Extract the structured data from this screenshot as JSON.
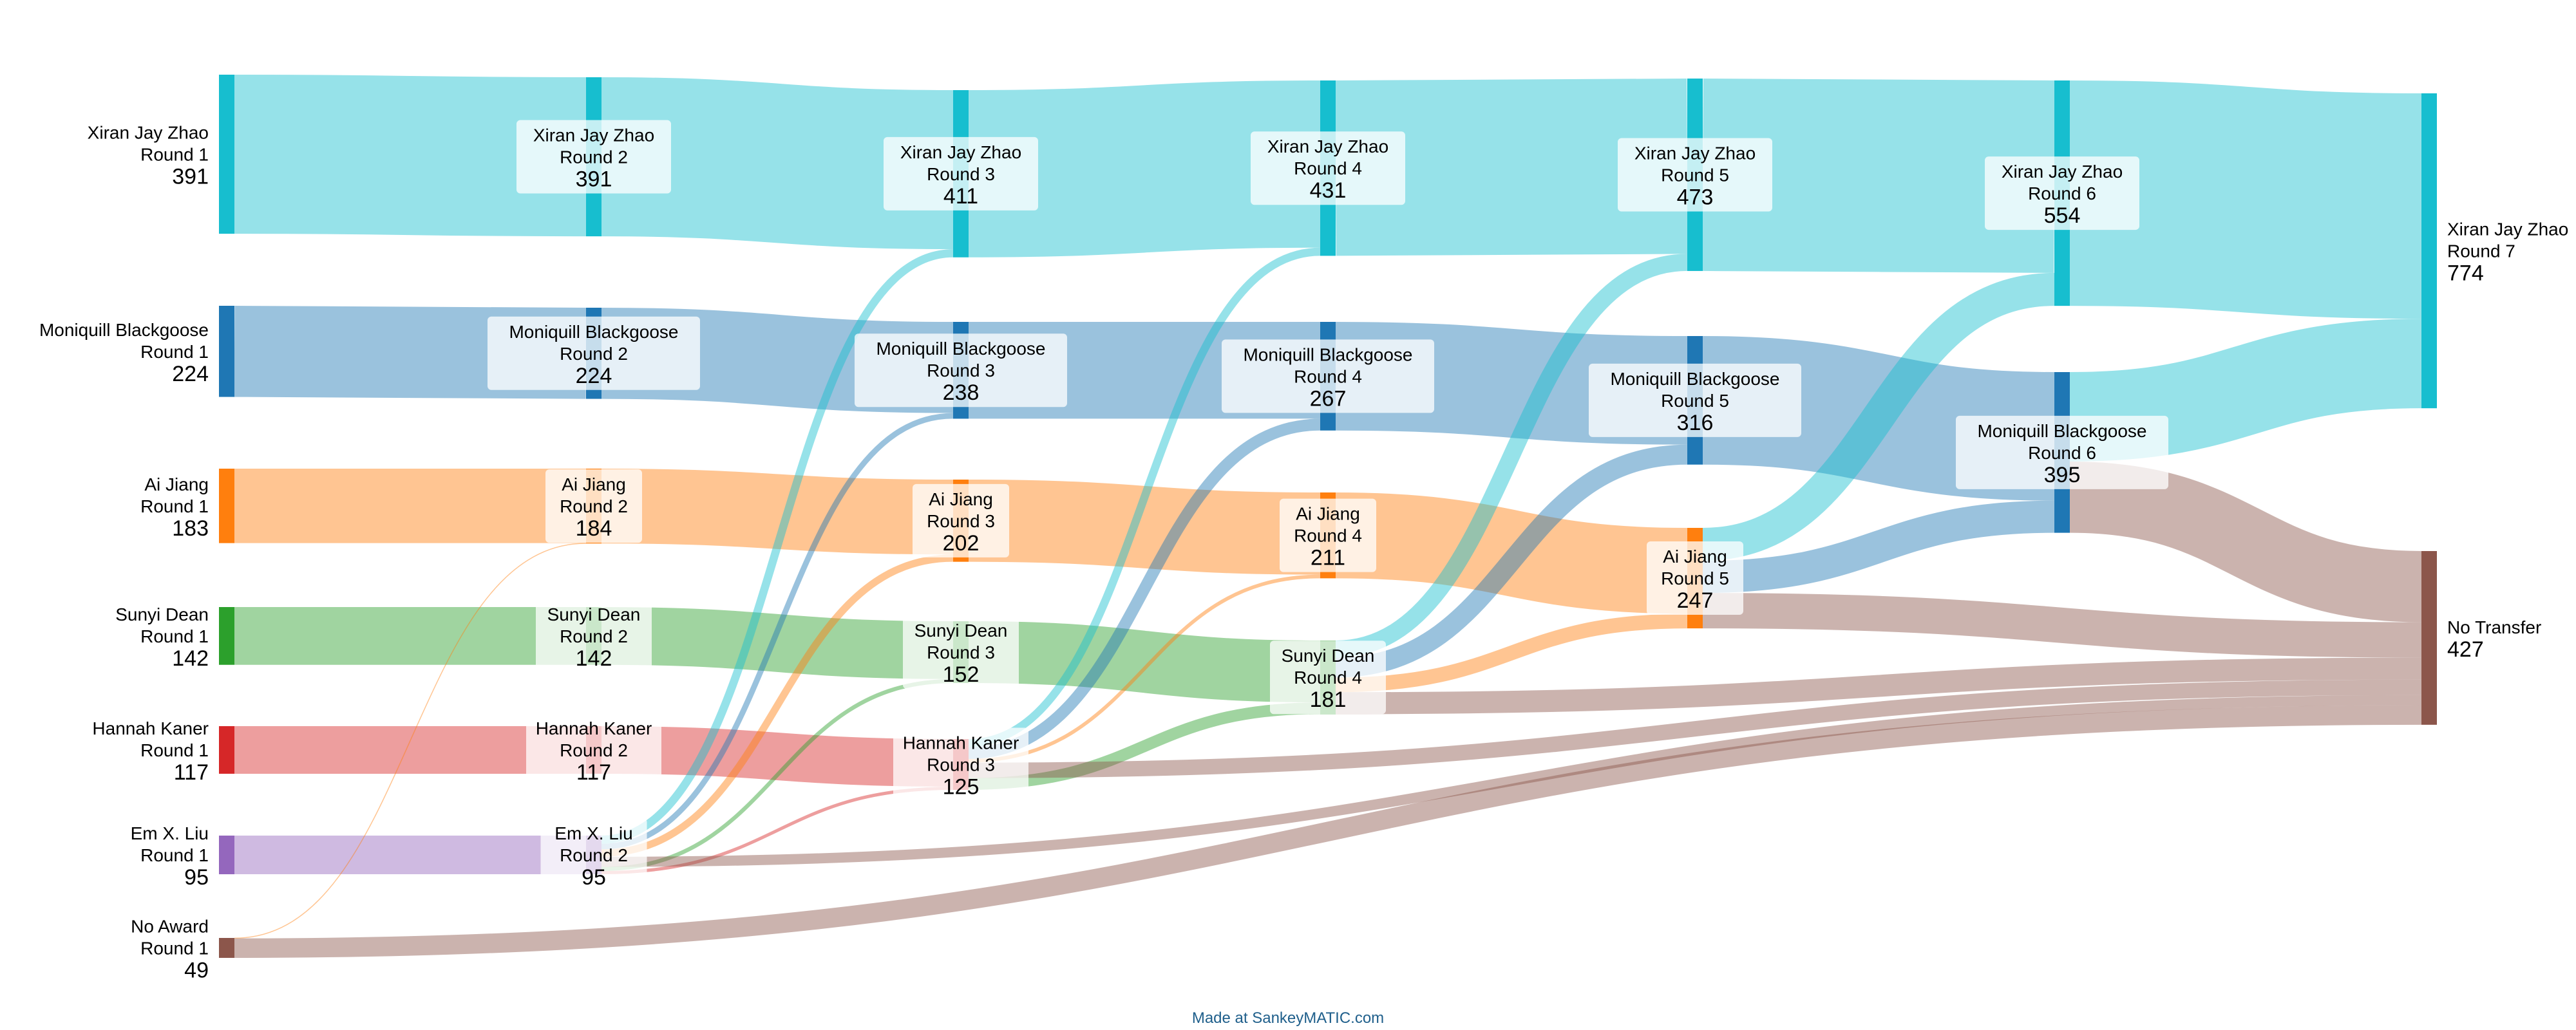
{
  "footer": {
    "credit": "Made at SankeyMATIC.com"
  },
  "chart_data": {
    "type": "sankey",
    "title": "",
    "colors": {
      "Xiran Jay Zhao": "#17becf",
      "Moniquill Blackgoose": "#1f77b4",
      "Ai Jiang": "#ff7f0e",
      "Sunyi Dean": "#2ca02c",
      "Hannah Kaner": "#d62728",
      "Em X. Liu": "#9467bd",
      "No Award": "#8c564b",
      "No Transfer": "#8c564b"
    },
    "nodes": [
      {
        "id": "XJZ1",
        "name": "Xiran Jay Zhao",
        "round": "Round 1",
        "value": "391",
        "color": "#17becf"
      },
      {
        "id": "MB1",
        "name": "Moniquill Blackgoose",
        "round": "Round 1",
        "value": "224",
        "color": "#1f77b4"
      },
      {
        "id": "AJ1",
        "name": "Ai Jiang",
        "round": "Round 1",
        "value": "183",
        "color": "#ff7f0e"
      },
      {
        "id": "SD1",
        "name": "Sunyi Dean",
        "round": "Round 1",
        "value": "142",
        "color": "#2ca02c"
      },
      {
        "id": "HK1",
        "name": "Hannah Kaner",
        "round": "Round 1",
        "value": "117",
        "color": "#d62728"
      },
      {
        "id": "EL1",
        "name": "Em X. Liu",
        "round": "Round 1",
        "value": "95",
        "color": "#9467bd"
      },
      {
        "id": "NA1",
        "name": "No Award",
        "round": "Round 1",
        "value": "49",
        "color": "#8c564b"
      },
      {
        "id": "XJZ2",
        "name": "Xiran Jay Zhao",
        "round": "Round 2",
        "value": "391",
        "color": "#17becf"
      },
      {
        "id": "MB2",
        "name": "Moniquill Blackgoose",
        "round": "Round 2",
        "value": "224",
        "color": "#1f77b4"
      },
      {
        "id": "AJ2",
        "name": "Ai Jiang",
        "round": "Round 2",
        "value": "184",
        "color": "#ff7f0e"
      },
      {
        "id": "SD2",
        "name": "Sunyi Dean",
        "round": "Round 2",
        "value": "142",
        "color": "#2ca02c"
      },
      {
        "id": "HK2",
        "name": "Hannah Kaner",
        "round": "Round 2",
        "value": "117",
        "color": "#d62728"
      },
      {
        "id": "EL2",
        "name": "Em X. Liu",
        "round": "Round 2",
        "value": "95",
        "color": "#9467bd"
      },
      {
        "id": "XJZ3",
        "name": "Xiran Jay Zhao",
        "round": "Round 3",
        "value": "411",
        "color": "#17becf"
      },
      {
        "id": "MB3",
        "name": "Moniquill Blackgoose",
        "round": "Round 3",
        "value": "238",
        "color": "#1f77b4"
      },
      {
        "id": "AJ3",
        "name": "Ai Jiang",
        "round": "Round 3",
        "value": "202",
        "color": "#ff7f0e"
      },
      {
        "id": "SD3",
        "name": "Sunyi Dean",
        "round": "Round 3",
        "value": "152",
        "color": "#2ca02c"
      },
      {
        "id": "HK3",
        "name": "Hannah Kaner",
        "round": "Round 3",
        "value": "125",
        "color": "#d62728"
      },
      {
        "id": "XJZ4",
        "name": "Xiran Jay Zhao",
        "round": "Round 4",
        "value": "431",
        "color": "#17becf"
      },
      {
        "id": "MB4",
        "name": "Moniquill Blackgoose",
        "round": "Round 4",
        "value": "267",
        "color": "#1f77b4"
      },
      {
        "id": "AJ4",
        "name": "Ai Jiang",
        "round": "Round 4",
        "value": "211",
        "color": "#ff7f0e"
      },
      {
        "id": "SD4",
        "name": "Sunyi Dean",
        "round": "Round 4",
        "value": "181",
        "color": "#2ca02c"
      },
      {
        "id": "XJZ5",
        "name": "Xiran Jay Zhao",
        "round": "Round 5",
        "value": "473",
        "color": "#17becf"
      },
      {
        "id": "MB5",
        "name": "Moniquill Blackgoose",
        "round": "Round 5",
        "value": "316",
        "color": "#1f77b4"
      },
      {
        "id": "AJ5",
        "name": "Ai Jiang",
        "round": "Round 5",
        "value": "247",
        "color": "#ff7f0e"
      },
      {
        "id": "XJZ6",
        "name": "Xiran Jay Zhao",
        "round": "Round 6",
        "value": "554",
        "color": "#17becf"
      },
      {
        "id": "MB6",
        "name": "Moniquill Blackgoose",
        "round": "Round 6",
        "value": "395",
        "color": "#1f77b4"
      },
      {
        "id": "XJZ7",
        "name": "Xiran Jay Zhao",
        "round": "Round 7",
        "value": "774",
        "color": "#17becf"
      },
      {
        "id": "NT",
        "name": "No Transfer",
        "round": "",
        "value": "427",
        "color": "#8c564b"
      }
    ],
    "links": [
      {
        "source": "XJZ1",
        "target": "XJZ2",
        "value": 391
      },
      {
        "source": "MB1",
        "target": "MB2",
        "value": 224
      },
      {
        "source": "AJ1",
        "target": "AJ2",
        "value": 183
      },
      {
        "source": "SD1",
        "target": "SD2",
        "value": 142
      },
      {
        "source": "HK1",
        "target": "HK2",
        "value": 117
      },
      {
        "source": "EL1",
        "target": "EL2",
        "value": 95
      },
      {
        "source": "NA1",
        "target": "AJ2",
        "value": 1
      },
      {
        "source": "NA1",
        "target": "NT",
        "value": 48
      },
      {
        "source": "XJZ2",
        "target": "XJZ3",
        "value": 391
      },
      {
        "source": "MB2",
        "target": "MB3",
        "value": 224
      },
      {
        "source": "AJ2",
        "target": "AJ3",
        "value": 184
      },
      {
        "source": "SD2",
        "target": "SD3",
        "value": 142
      },
      {
        "source": "HK2",
        "target": "HK3",
        "value": 117
      },
      {
        "source": "EL2",
        "target": "XJZ3",
        "value": 20
      },
      {
        "source": "EL2",
        "target": "MB3",
        "value": 14
      },
      {
        "source": "EL2",
        "target": "AJ3",
        "value": 18
      },
      {
        "source": "EL2",
        "target": "SD3",
        "value": 10
      },
      {
        "source": "EL2",
        "target": "HK3",
        "value": 8
      },
      {
        "source": "EL2",
        "target": "NT",
        "value": 25
      },
      {
        "source": "XJZ3",
        "target": "XJZ4",
        "value": 411
      },
      {
        "source": "MB3",
        "target": "MB4",
        "value": 238
      },
      {
        "source": "AJ3",
        "target": "AJ4",
        "value": 202
      },
      {
        "source": "SD3",
        "target": "SD4",
        "value": 152
      },
      {
        "source": "HK3",
        "target": "XJZ4",
        "value": 20
      },
      {
        "source": "HK3",
        "target": "MB4",
        "value": 29
      },
      {
        "source": "HK3",
        "target": "AJ4",
        "value": 9
      },
      {
        "source": "HK3",
        "target": "SD4",
        "value": 29
      },
      {
        "source": "HK3",
        "target": "NT",
        "value": 38
      },
      {
        "source": "XJZ4",
        "target": "XJZ5",
        "value": 431
      },
      {
        "source": "MB4",
        "target": "MB5",
        "value": 267
      },
      {
        "source": "AJ4",
        "target": "AJ5",
        "value": 211
      },
      {
        "source": "SD4",
        "target": "XJZ5",
        "value": 42
      },
      {
        "source": "SD4",
        "target": "MB5",
        "value": 49
      },
      {
        "source": "SD4",
        "target": "AJ5",
        "value": 36
      },
      {
        "source": "SD4",
        "target": "NT",
        "value": 54
      },
      {
        "source": "XJZ5",
        "target": "XJZ6",
        "value": 473
      },
      {
        "source": "MB5",
        "target": "MB6",
        "value": 316
      },
      {
        "source": "AJ5",
        "target": "XJZ6",
        "value": 81
      },
      {
        "source": "AJ5",
        "target": "MB6",
        "value": 79
      },
      {
        "source": "AJ5",
        "target": "NT",
        "value": 87
      },
      {
        "source": "XJZ6",
        "target": "XJZ7",
        "value": 554
      },
      {
        "source": "MB6",
        "target": "XJZ7",
        "value": 220
      },
      {
        "source": "MB6",
        "target": "NT",
        "value": 175
      }
    ]
  }
}
